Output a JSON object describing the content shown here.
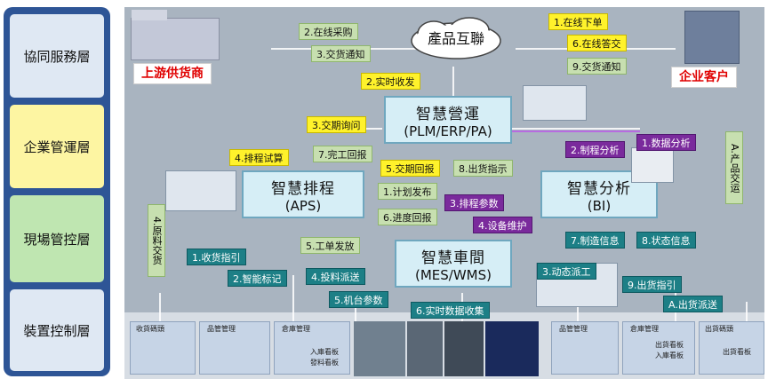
{
  "layers": [
    "協同服務層",
    "企業管運層",
    "現場管控層",
    "裝置控制層"
  ],
  "hub": {
    "cloud": "產品互聯",
    "supplier": "上游供货商",
    "customer": "企业客户"
  },
  "systems": {
    "plm": [
      "智慧營運",
      "(PLM/ERP/PA)"
    ],
    "aps": [
      "智慧排程",
      "(APS)"
    ],
    "bi": [
      "智慧分析",
      "(BI)"
    ],
    "mes": [
      "智慧車間",
      "(MES/WMS)"
    ]
  },
  "flows": {
    "online_purchase": "2.在线采购",
    "delivery_notice_sup": "3.交货通知",
    "online_order": "1.在线下单",
    "online_reply": "6.在线答交",
    "delivery_notice_cust": "9.交货通知",
    "realtime_receive": "2.实时收发",
    "delivery_inquiry": "3.交期询问",
    "schedule_trial": "4.排程试算",
    "complete_report": "7.完工回报",
    "delivery_report": "5.交期回报",
    "shipping_instruction": "8.出货指示",
    "process_analysis": "2.制程分析",
    "data_analysis": "1.数据分析",
    "plan_release": "1.计划发布",
    "schedule_params": "3.排程参数",
    "progress_report": "6.进度回报",
    "equipment_maint": "4.设备维护",
    "product_delivery": "A.产品交运",
    "material_delivery": "4.原料交货",
    "work_order_release": "5.工单发放",
    "manufacturing_info": "7.制造信息",
    "status_info": "8.状态信息",
    "receiving_instruction": "1.收货指引",
    "smart_tagging": "2.智能标记",
    "feed_dispatch": "4.投料派送",
    "machine_params": "5.机台参数",
    "realtime_data": "6.实时数据收集",
    "dynamic_dispatch": "3.动态派工",
    "shipping_guide": "9.出货指引",
    "shipment_dispatch": "A.出货派送"
  },
  "devices": {
    "receiving_code": "收貨碼頭",
    "product_mgmt": "品管管理",
    "warehouse_mgmt": "倉庫管理",
    "inbound_board": "入庫看板",
    "issue_board": "發料看板",
    "product_mgmt_r": "品管管理",
    "warehouse_mgmt_r": "倉庫管理",
    "shipping_code": "出貨碼頭",
    "shipping_board": "出貨看板",
    "inbound_board_r": "入庫看板",
    "shipping_board_r": "出貨看板"
  },
  "colors": {
    "green": "#c7dfb0",
    "yellow": "#fff22b",
    "orange": "#ffcf8a",
    "teal": "#1d7f86",
    "purple": "#7a2a9c",
    "navy": "#2e5596"
  }
}
